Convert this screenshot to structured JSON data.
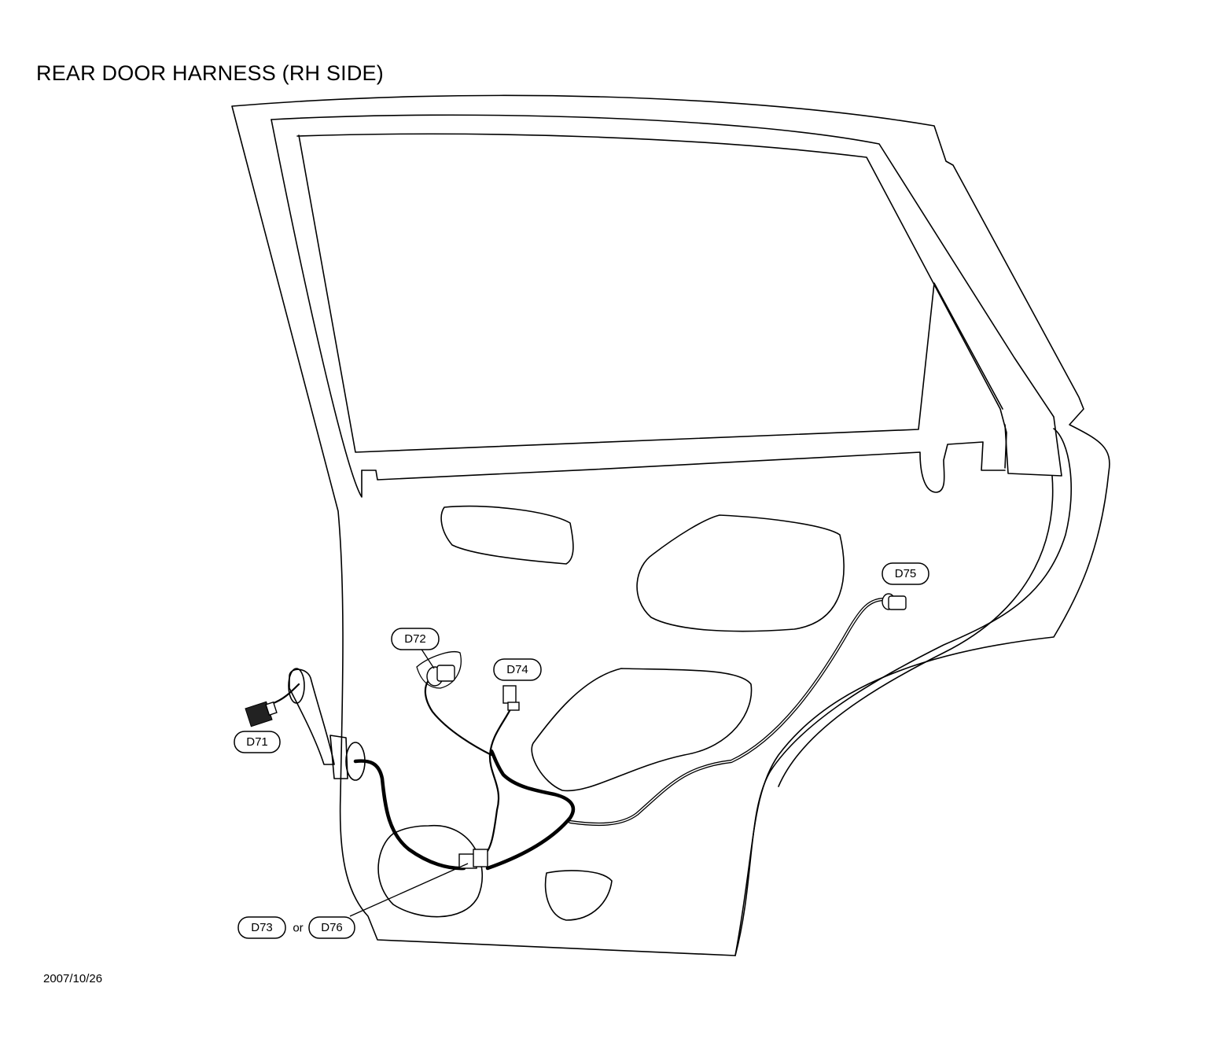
{
  "title": "REAR DOOR HARNESS (RH SIDE)",
  "date": "2007/10/26",
  "connectors": {
    "d71": "D71",
    "d72": "D72",
    "d73": "D73",
    "d74": "D74",
    "d75": "D75",
    "d76": "D76",
    "or": "or"
  }
}
